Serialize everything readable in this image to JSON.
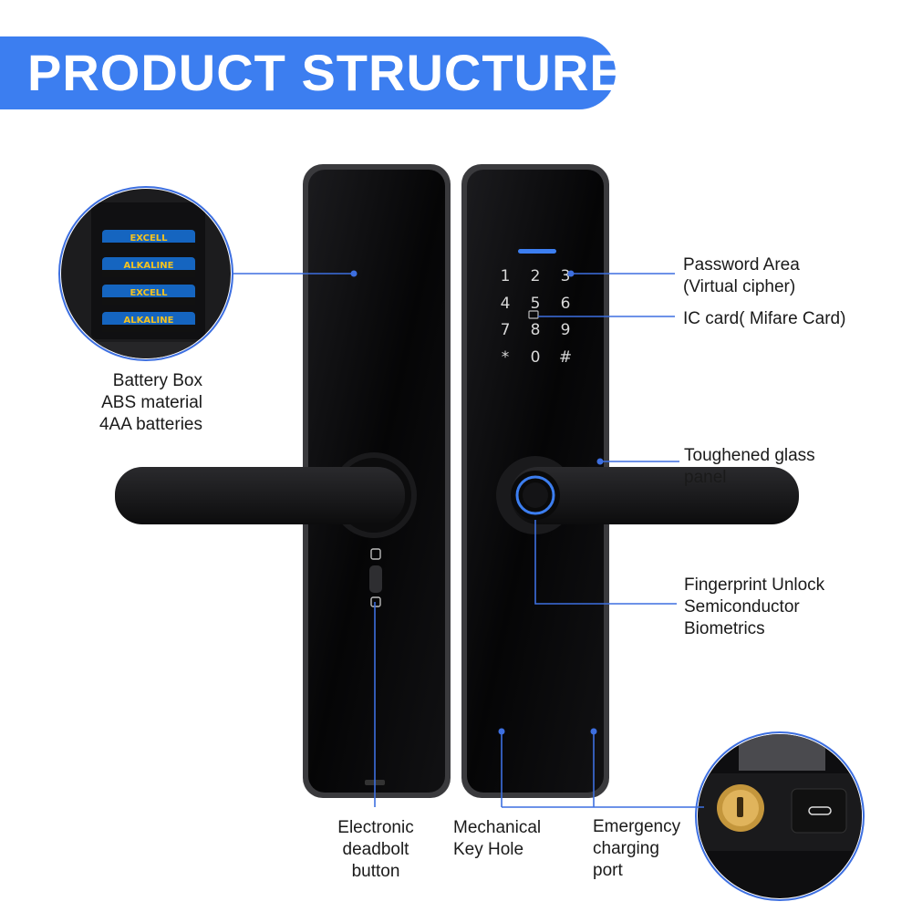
{
  "banner": {
    "title": "PRODUCT STRUCTURE"
  },
  "keypad": [
    "1",
    "2",
    "3",
    "4",
    "5",
    "6",
    "7",
    "8",
    "9",
    "*",
    "0",
    "#"
  ],
  "labels": {
    "password": [
      "Password Area",
      "(Virtual cipher)"
    ],
    "ic_card": "IC card( Mifare Card)",
    "glass": [
      "Toughened glass",
      "panel"
    ],
    "fingerprint": [
      "Fingerprint Unlock",
      "Semiconductor",
      "Biometrics"
    ],
    "battery": [
      "Battery Box",
      "ABS material",
      "4AA batteries"
    ],
    "deadbolt": [
      "Electronic",
      "deadbolt",
      "button"
    ],
    "keyhole": [
      "Mechanical",
      "Key Hole"
    ],
    "charging": [
      "Emergency",
      "charging",
      "port"
    ]
  },
  "battery_brand": [
    "EXCELL",
    "ALKALINE"
  ],
  "colors": {
    "accent": "#3c7ef0",
    "line": "#3d6fe0",
    "lock_body": "#0b0b0c",
    "frame": "#2a2a2c"
  }
}
